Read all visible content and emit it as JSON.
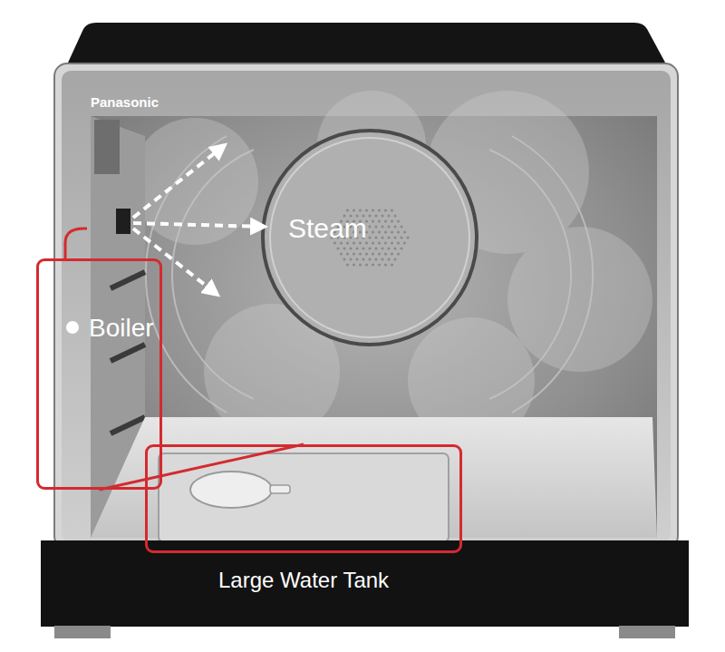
{
  "diagram": {
    "nodes": [
      {
        "text": [
          "Boiler"
        ]
      },
      {
        "text": [
          "Large Water Tank"
        ]
      }
    ],
    "edges": [
      {
        "from": 0,
        "to": 1,
        "arrow": "none"
      }
    ],
    "labels": [
      "Panasonic",
      "Steam"
    ]
  }
}
